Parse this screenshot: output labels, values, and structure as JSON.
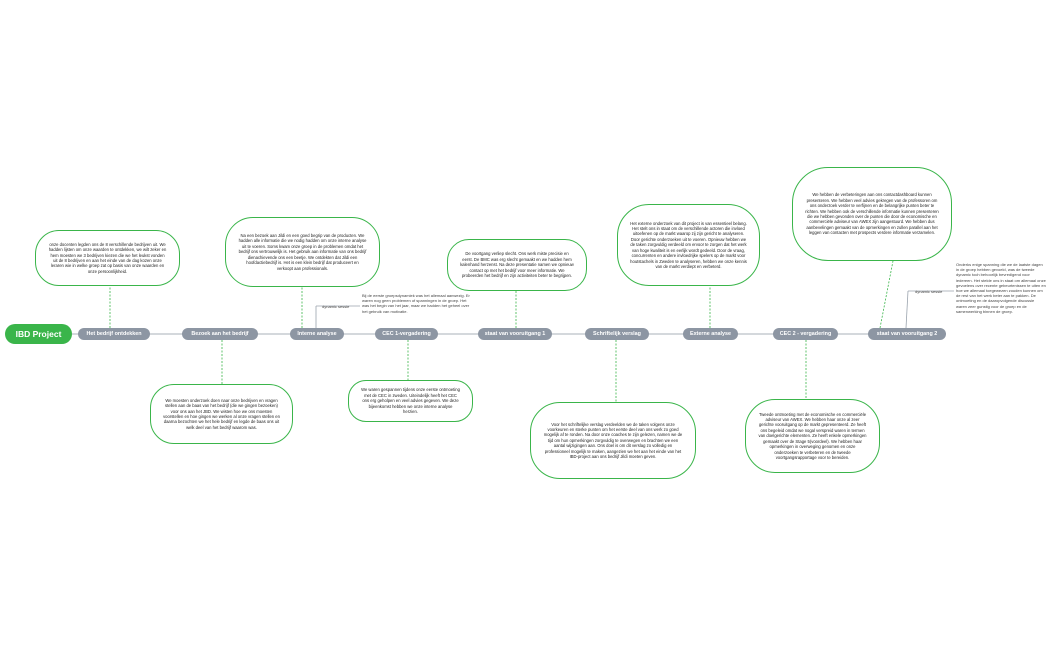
{
  "root": {
    "label": "IBD Project"
  },
  "topics": [
    {
      "id": "t1",
      "label": "Het bedrijf ontdekken"
    },
    {
      "id": "t2",
      "label": "Bezoek aan het bedrijf"
    },
    {
      "id": "t3",
      "label": "Interne analyse"
    },
    {
      "id": "t4",
      "label": "CEC 1-vergadering"
    },
    {
      "id": "t5",
      "label": "staat van vooruitgang 1"
    },
    {
      "id": "t6",
      "label": "Schriftelijk verslag"
    },
    {
      "id": "t7",
      "label": "Externe analyse"
    },
    {
      "id": "t8",
      "label": "CEC 2 - vergadering"
    },
    {
      "id": "t9",
      "label": "staat van vooruitgang 2"
    }
  ],
  "details": {
    "t1": "onze docenten legden ons de 8 verschillende bedrijven uit. We hadden lijsten om onze waarden te ontdekken, we wilt zeker en hem moesten we 3 bedrijven kiezen die we het leukst vonden uit de 8 bedrijven en aan het einde van de dag kozen onze leraren wie in welke groep zat op basis van onze waarden en onze persoonlijkheid.",
    "t2": "We moesten onderzoek doen naar onze bedrijven en vragen stellen aan de baas van het bedrijf (die we gingen bezoeken) voor ons aan het JBD. We wisten hoe we ons moesten voorstellen en hoe gingen we werken al onze vragen stellen en daarna bezochten we het hele bedrijf en legde de baas ons uit welk deel van het bedrijf waarom was.",
    "t3": "Na een bezoek aan Jildi en een goed begrip van de producten. We hadden alle informatie die we nodig hadden om onze interne analyse uit te voeren. Soms kwam onze groep in de problemen omdat het bedrijf ons vertrouwelijk is. Het gebruik aan informatie van ons bedrijf dienachievende ons een beetje. We ontdekten dat Jildi een hoofdactiebedrijf is. Het is een klein bedrijf dat produceert en verkoopt aan professionals.",
    "t4": "We waren gespannen tijdens onze eerste ontmoeting met de CEC in zweden. Uiteindelijk heeft het CEC ons erg geholpen en veel advies gegeven. We deze bijeenkomst hebben we onze interne analyse herzien.",
    "t5": "De voortgang verliep slecht. Ons werk miste precisie en eerst. De BMC was erg slecht gemaakt en we hadden hem kalenhand herzenst. Na deze presentatie namen we opnieuw contact op met het bedrijf voor meer informatie. We probeerden het bedrijf en zijn activiteiten beter te begrijpen.",
    "t6": "Voor het schriftelijke verslag verdeelden we de taken volgens onze voorkeuren en sterke punten om het eerste deel van ons werk zo goed mogelijk af te ronden. Na door onze coaches te zijn gelezen, namen we de tijd om hun opmerkingen zorgvuldig te overwegen en brachten we een aantal wijzigingen aan. Ons doel is om dit verslag zo volledig en professioneel mogelijk te maken, aangezien we het aan het einde van het IBD-project aan ons bedrijf Jildi moeten geven.",
    "t7": "Het externe onderzoek van dit project is van essentieel belang. Het stelt ons in staat om de verschillende actoren die invloed uitoefenen op de markt waarop zij zijn gericht te analyseren. Door gerichte onderzoeken uit te voeren. Opnieuw hebben we de taken zorgvuldig verdeeld om ervoor te zorgen dat het werk van hoge kwaliteit is en eerlijk wordt gedeeld. Door de vraag, concurrenten en andere invloedrijke spelers op de markt voor houtstachels in Zweden te analyseren, hebben we onze kennis van de markt verdiept en verbeterd.",
    "t8": "Tweede ontmoeting met de economische en commerciële adviseur van AWEX. We hebben haar onze al zeer gerichte vooruitgang op de markt gepresenteerd. Ze heeft ons begeleid omdat we nogal verspreid waren in termen van doelgerichte elementen. Ze heeft enkele opmerkingen gemaakt over de Stage 5(voordeel). We hebben haar opmerkingen in overweging genomen en onze onderzoeken te verbeteren en de tweede voortgangsrapportage voor te bereiden.",
    "t9": "We hebben de verbeteringen aan ons contactdashboard kunnen presenteren. We hebben veel advies gekregen van de professoren om ons onderzoek verder te verfijnen en de belangrijke punten beter te richten. We hebben ook de verschillende informatie kunnen presenteren die we hebben gevonden over de punten die door de economische en commerciële adviseur van AWEX zijn aangestuurd. We hebben dus aanbevelingen gemaakt van de opmerkingen en zullen parallel aan het leggen van contacten met prospects verdere informatie verzamelen."
  },
  "notes": {
    "t3_tag": "dynamic sessie",
    "t3_note": "Bij de eerste groepsdynamiek was het allemaal aanwezig. Er waren nog geen problemen of spanningen in de groep. Het was het begin van het jaar, maar we hadden het geheel over het gebruik van motivatie.",
    "t9_tag": "dynamic sessie",
    "t9_note": "Onderks enige spanning die we de laatste dagen in de groep hebben gevoeld, was de tweede dynamic toch behoorlijk bevredigend voor iedereen. Het stelde ons in staat om allemaal onze gevoelens over recente gebeurtenissen te uiten en hoe we allemaal toegewezen zouden kunnen om de rest van het werk beter aan te pakken. De ontmoeting en de daaropvolgende discussie waren zeer gunstig voor de groep en de samenwerking binnen de groep."
  },
  "colors": {
    "root": "#3ab54a",
    "topic": "#8d96a3",
    "link": "#3ab54a",
    "tagline": "#9aa3ad"
  }
}
